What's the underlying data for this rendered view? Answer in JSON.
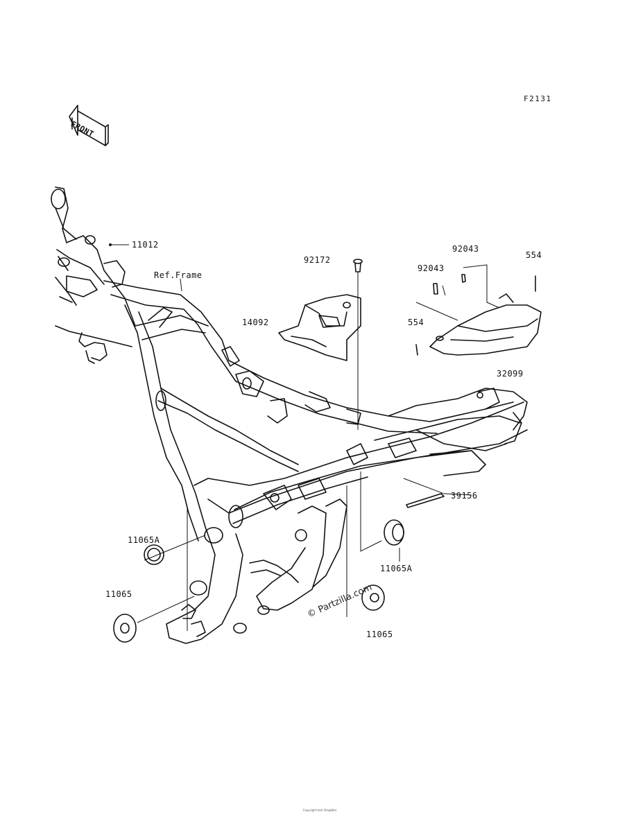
{
  "figure_id": "F2131",
  "front_label": "FRONT",
  "watermark": "© Partzilla.com",
  "ref_label": "Ref.Frame",
  "parts": [
    {
      "name": "part-label-11012",
      "text": "11012"
    },
    {
      "name": "part-label-92172",
      "text": "92172"
    },
    {
      "name": "part-label-14092",
      "text": "14092"
    },
    {
      "name": "part-label-92043-upper",
      "text": "92043"
    },
    {
      "name": "part-label-92043-lower",
      "text": "92043"
    },
    {
      "name": "part-label-554-right",
      "text": "554"
    },
    {
      "name": "part-label-554-left",
      "text": "554"
    },
    {
      "name": "part-label-32099",
      "text": "32099"
    },
    {
      "name": "part-label-39156",
      "text": "39156"
    },
    {
      "name": "part-label-11065A-left",
      "text": "11065A"
    },
    {
      "name": "part-label-11065-left",
      "text": "11065"
    },
    {
      "name": "part-label-11065A-right",
      "text": "11065A"
    },
    {
      "name": "part-label-11065-right",
      "text": "11065"
    }
  ],
  "copyright": "Copyright text (illegible)"
}
